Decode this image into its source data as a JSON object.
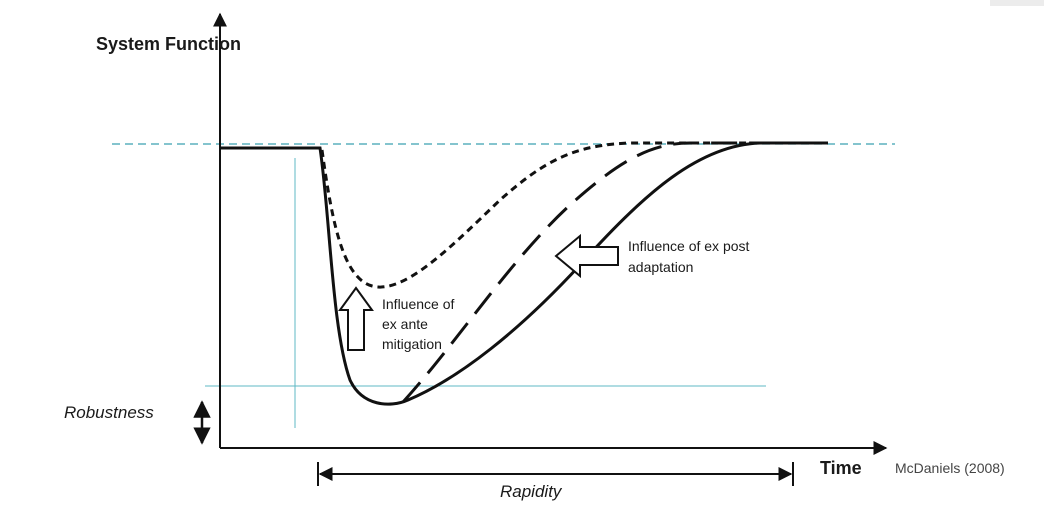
{
  "diagram": {
    "y_axis_label": "System Function",
    "x_axis_label": "Time",
    "robustness_label": "Robustness",
    "rapidity_label": "Rapidity",
    "annotation_ex_post": "Influence of ex post adaptation",
    "annotation_ex_ante": "Influence of ex ante mitigation",
    "credit": "McDaniels (2008)",
    "curves": [
      {
        "id": "baseline",
        "style": "solid"
      },
      {
        "id": "ex-post-adaptation",
        "style": "long-dash"
      },
      {
        "id": "ex-ante-mitigation",
        "style": "short-dash"
      }
    ],
    "colors": {
      "line": "#111111",
      "reference_line": "#3aa0b0"
    }
  }
}
